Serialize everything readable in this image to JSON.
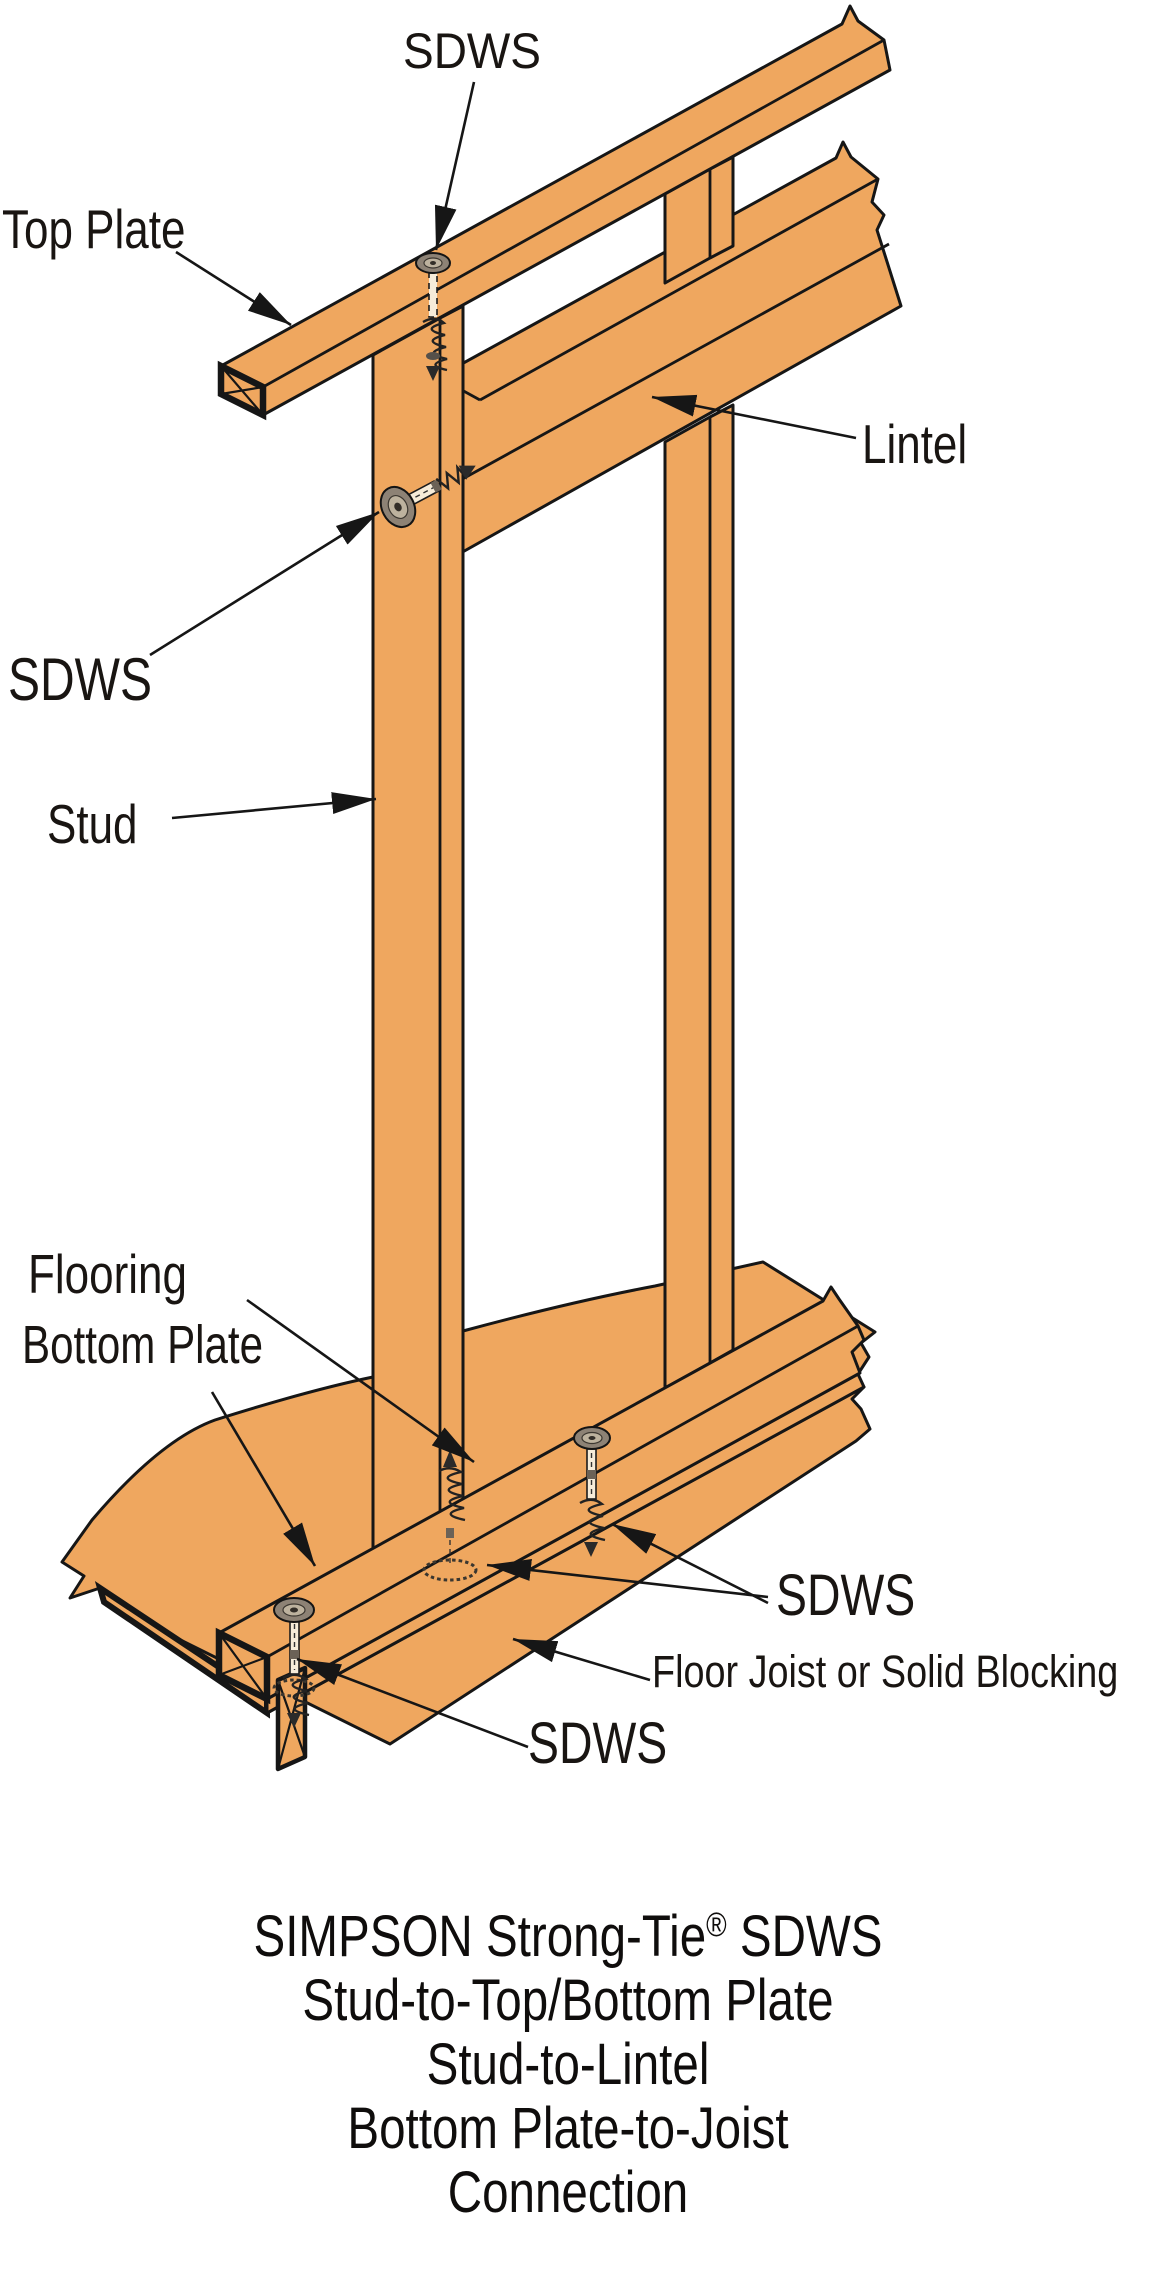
{
  "colors": {
    "wood": "#efa75f",
    "outline": "#161616",
    "screw_shaft": "#f6ecd9",
    "screw_head": "#8d8275"
  },
  "diagram": {
    "labels": {
      "sdws_top": "SDWS",
      "top_plate": "Top Plate",
      "lintel": "Lintel",
      "sdws_left": "SDWS",
      "stud": "Stud",
      "flooring": "Flooring",
      "bottom_plate": "Bottom Plate",
      "sdws_right": "SDWS",
      "floor_joist": "Floor Joist or Solid Blocking",
      "sdws_bottom": "SDWS"
    }
  },
  "caption": {
    "line1_a": "SIMPSON Strong-Tie",
    "line1_reg": "®",
    "line1_b": " SDWS",
    "line2": "Stud-to-Top/Bottom Plate",
    "line3": "Stud-to-Lintel",
    "line4": "Bottom Plate-to-Joist",
    "line5": "Connection"
  }
}
